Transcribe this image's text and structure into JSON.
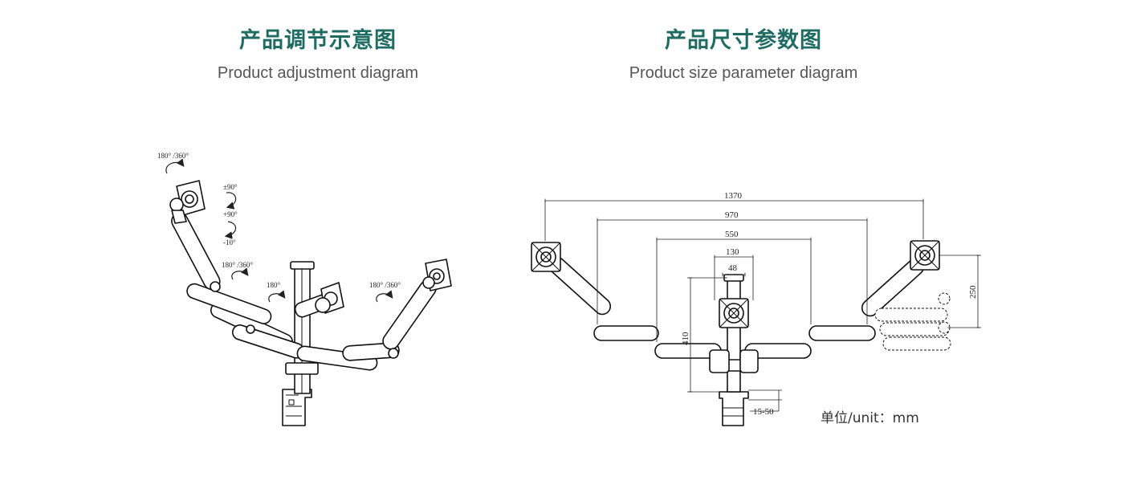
{
  "left_panel": {
    "title": "产品调节示意图",
    "subtitle": "Product adjustment diagram",
    "annotations": {
      "monitor_rotation": "180° /360°",
      "tilt_plus": "±90°",
      "tilt_up": "+90°",
      "tilt_down": "-10°",
      "arm_rotation": "180° /360°",
      "center_rotation": "180°",
      "right_rotation": "180° /360°"
    }
  },
  "right_panel": {
    "title": "产品尺寸参数图",
    "subtitle": "Product size parameter diagram",
    "dimensions": {
      "total_width": "1370",
      "width_970": "970",
      "width_550": "550",
      "width_130": "130",
      "width_48": "48",
      "height_410": "410",
      "height_250": "250",
      "clamp_range": "15-50"
    },
    "unit_label": "单位/unit：mm"
  },
  "colors": {
    "title": "#1d6b62",
    "subtitle": "#555555",
    "line": "#111111"
  }
}
